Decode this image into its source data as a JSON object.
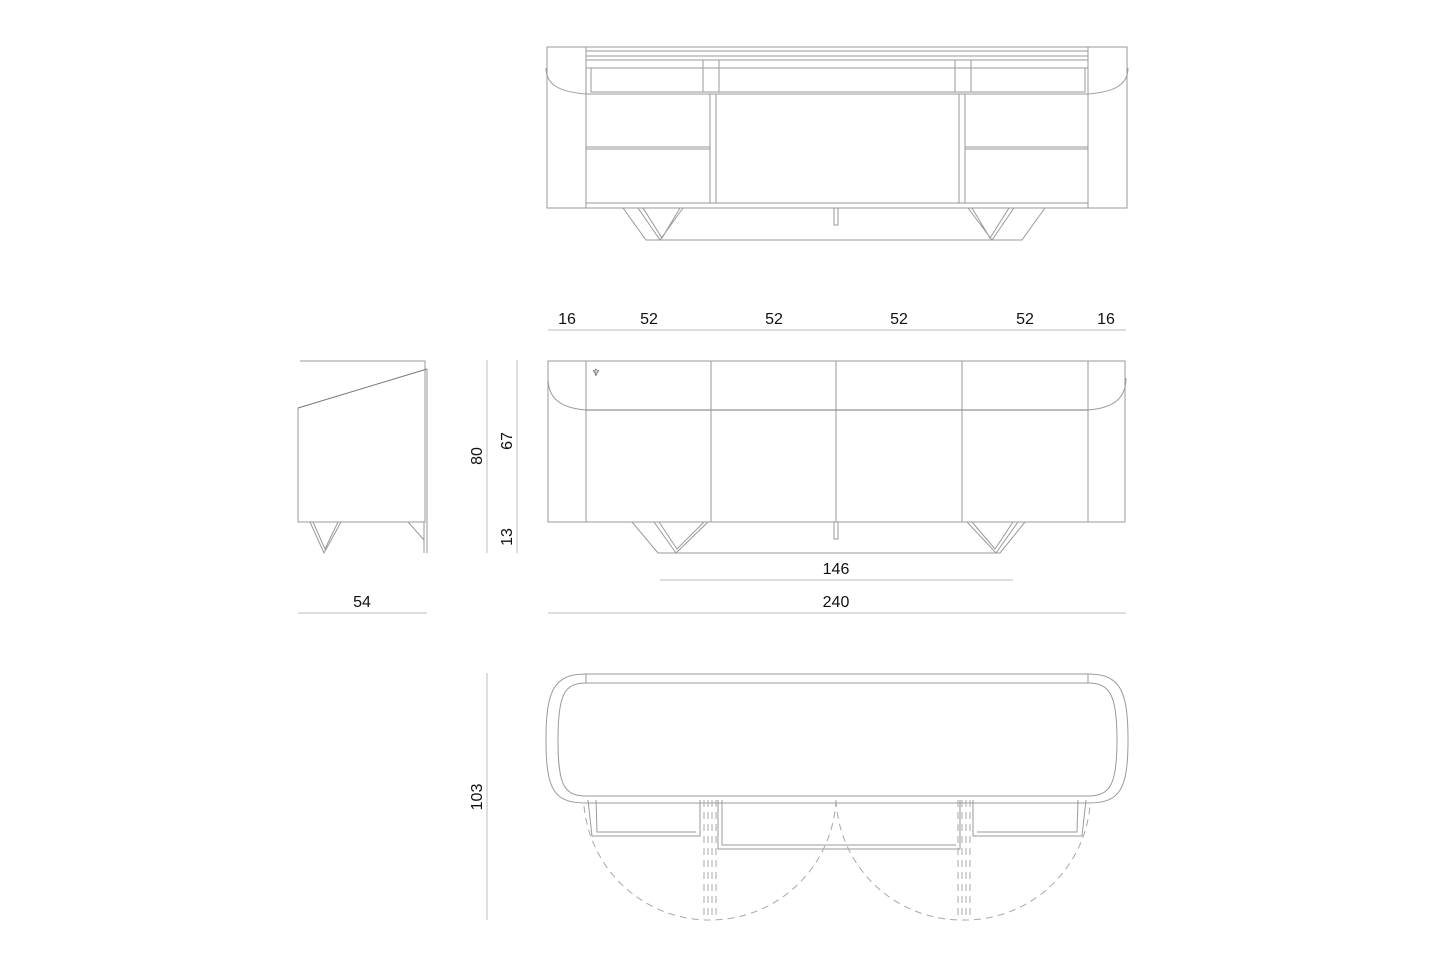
{
  "drawing": {
    "width_dimensions": [
      "16",
      "52",
      "52",
      "52",
      "52",
      "16"
    ],
    "total_height": "80",
    "body_height": "67",
    "leg_height": "13",
    "leg_span": "146",
    "total_width": "240",
    "depth": "54",
    "open_depth": "103",
    "line_color": "#9a9a9a"
  }
}
